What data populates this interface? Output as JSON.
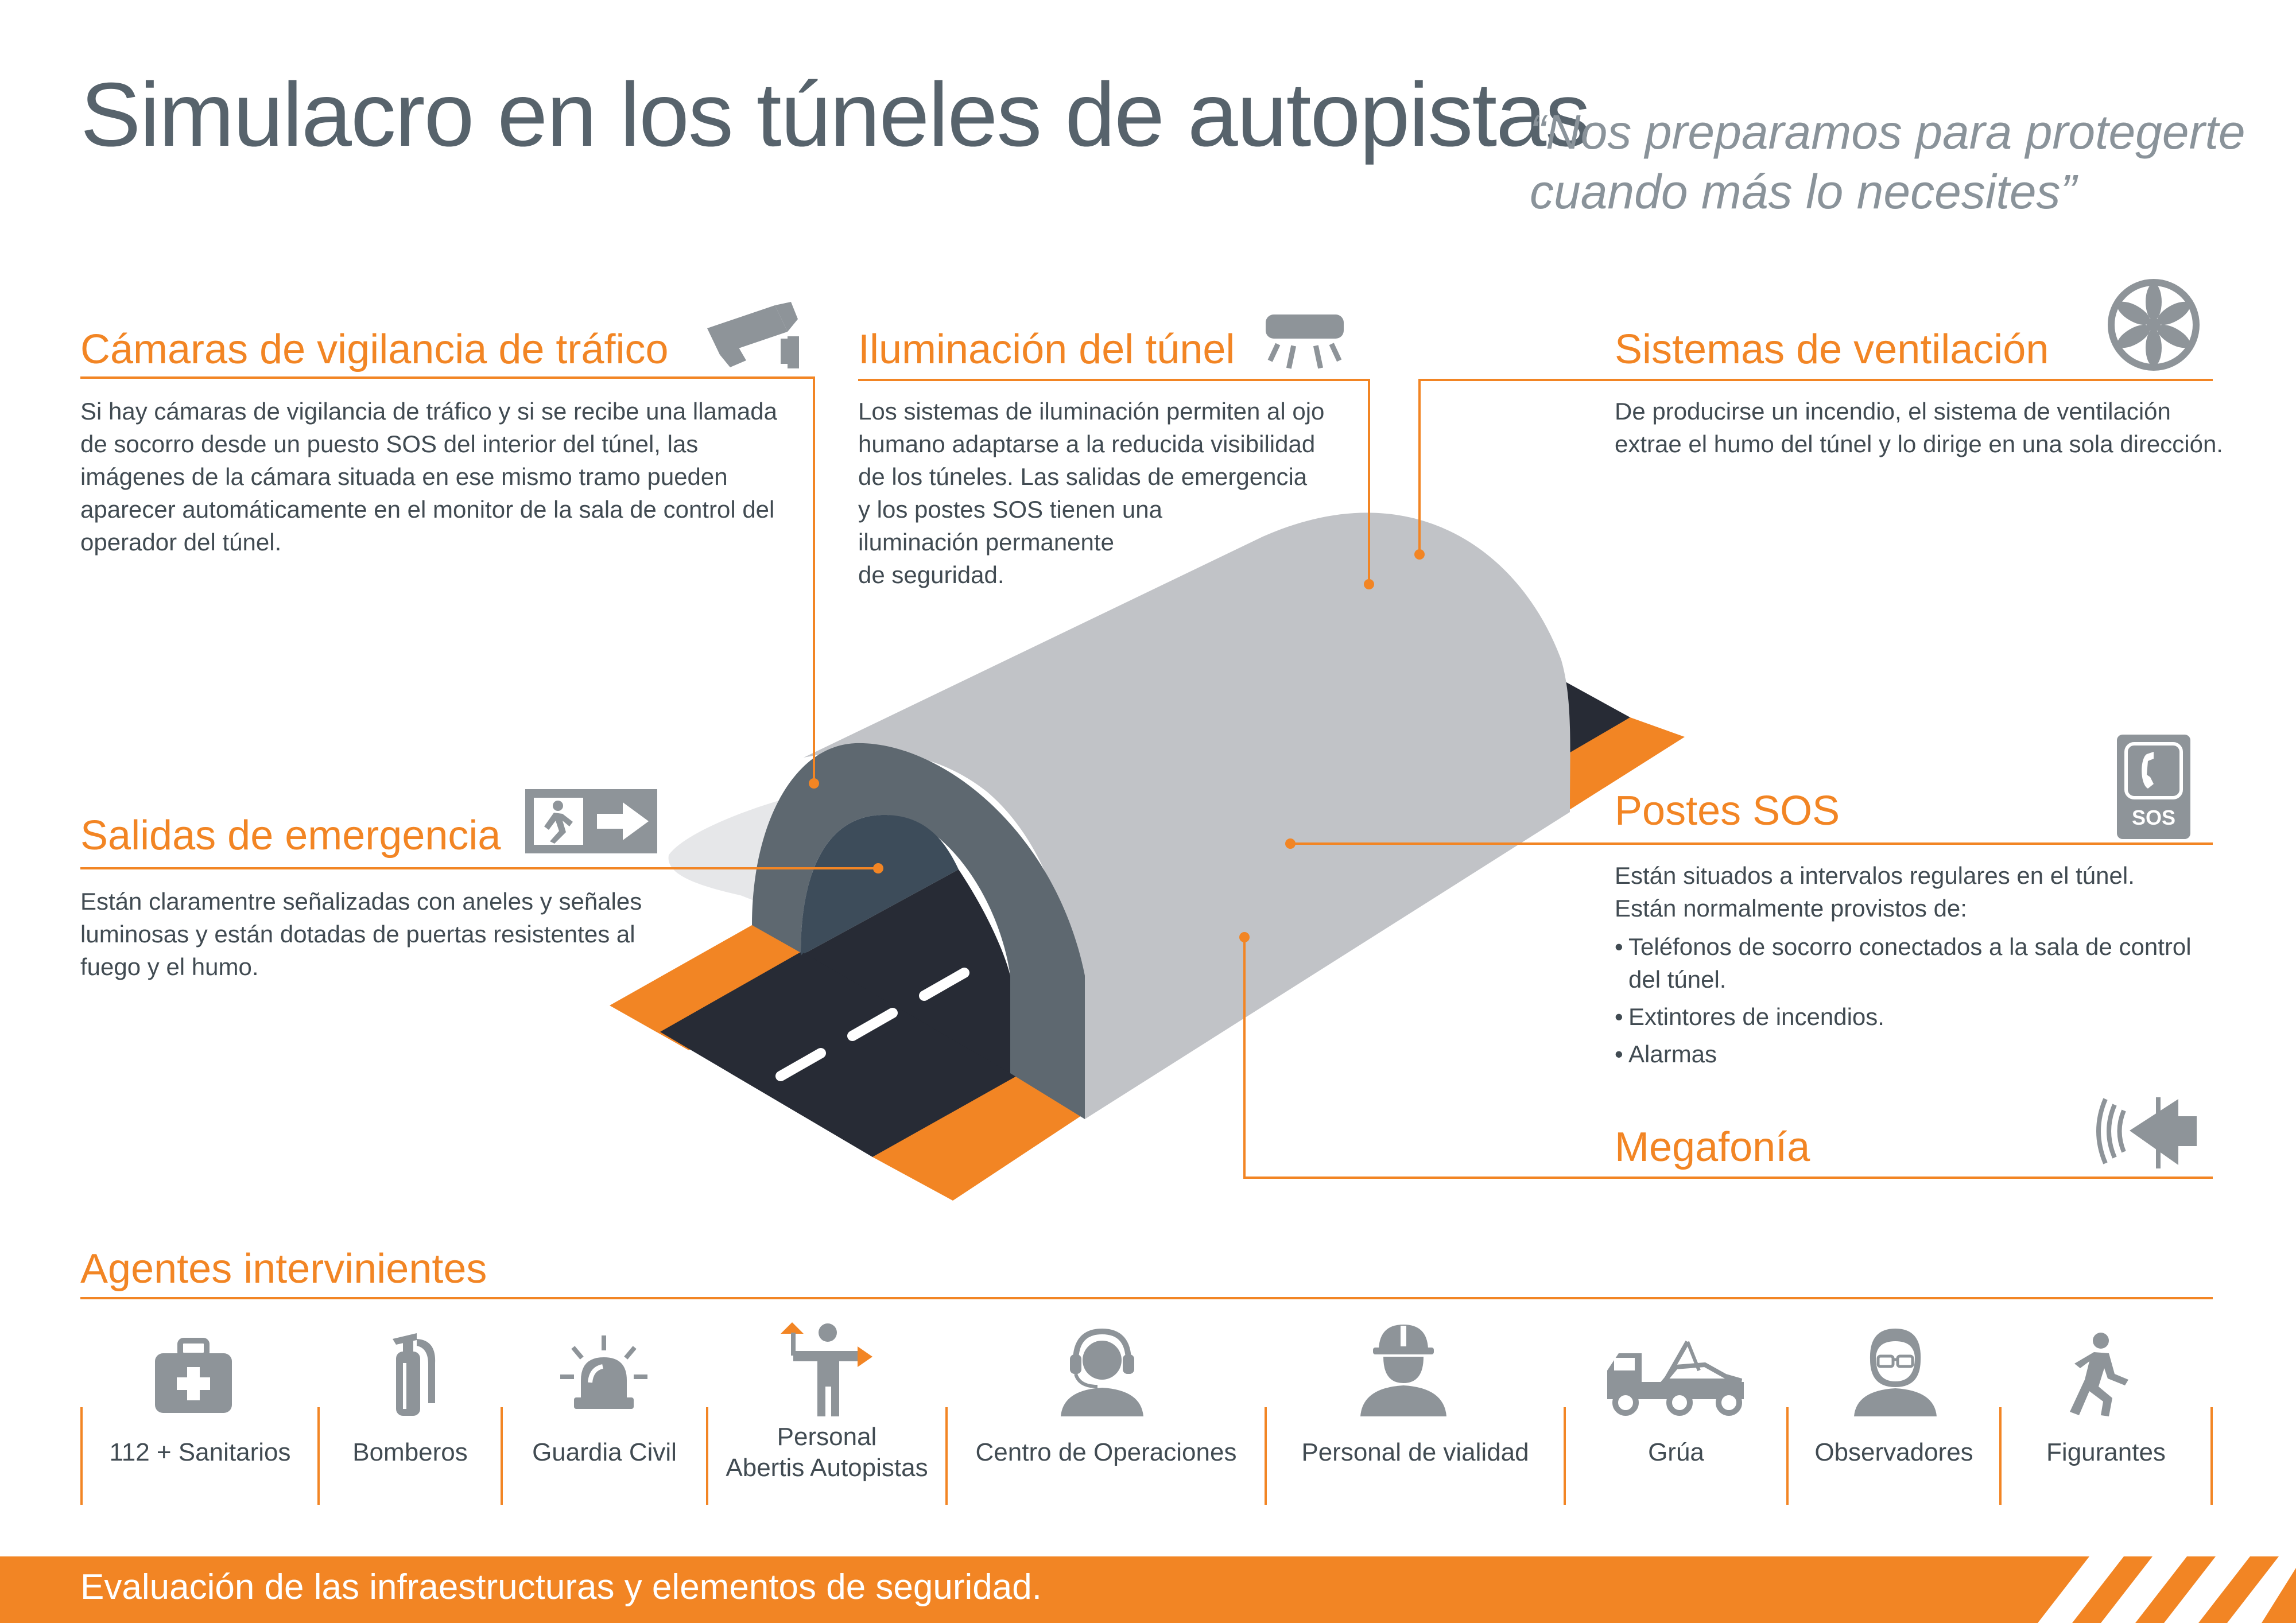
{
  "header": {
    "title": "Simulacro en los túneles de autopistas",
    "tagline_line1": "“Nos preparamos para protegerte",
    "tagline_line2": "cuando más lo necesites”"
  },
  "sections": {
    "cameras": {
      "title": "Cámaras de vigilancia de tráfico",
      "body": "Si hay cámaras de vigilancia de tráfico y si se recibe una llamada de socorro desde un puesto SOS del interior del túnel, las imágenes de la cámara situada en ese mismo tramo pueden aparecer automáticamente en el monitor de la sala de control del operador del túnel."
    },
    "lighting": {
      "title": "Iluminación del túnel",
      "line1": "Los sistemas de iluminación permiten al ojo",
      "line2": "humano adaptarse a la reducida visibilidad",
      "line3": "de los túneles. Las salidas de emergencia",
      "line4": "y los postes SOS tienen una",
      "line5": "iluminación permanente",
      "line6": "de seguridad."
    },
    "ventilation": {
      "title": "Sistemas de ventilación",
      "line1": "De producirse un incendio, el sistema de ventilación",
      "line2": "extrae el humo del túnel y lo dirige en una sola dirección."
    },
    "exits": {
      "title": "Salidas de emergencia",
      "body": "Están claramentre señalizadas con aneles y señales luminosas y están dotadas de puertas resistentes al fuego y el humo."
    },
    "sos": {
      "title": "Postes SOS",
      "badge": "SOS",
      "line1": "Están situados a intervalos regulares en el túnel.",
      "line2": "Están normalmente provistos de:",
      "items": [
        "Teléfonos de socorro conectados a la sala de control del túnel.",
        "Extintores de incendios.",
        "Alarmas"
      ]
    },
    "megafonia": {
      "title": "Megafonía"
    }
  },
  "agents": {
    "title": "Agentes intervinientes",
    "items": [
      {
        "label": "112 + Sanitarios",
        "icon": "first-aid-kit-icon"
      },
      {
        "label": "Bomberos",
        "icon": "fire-extinguisher-icon"
      },
      {
        "label": "Guardia Civil",
        "icon": "siren-light-icon"
      },
      {
        "label": "Personal",
        "label2": "Abertis Autopistas",
        "icon": "traffic-worker-icon"
      },
      {
        "label": "Centro de Operaciones",
        "icon": "headset-operator-icon"
      },
      {
        "label": "Personal de vialidad",
        "icon": "hardhat-worker-icon"
      },
      {
        "label": "Grúa",
        "icon": "tow-truck-icon"
      },
      {
        "label": "Observadores",
        "icon": "observer-glasses-icon"
      },
      {
        "label": "Figurantes",
        "icon": "running-person-icon"
      }
    ]
  },
  "footer": {
    "text": "Evaluación de las infraestructuras y elementos de seguridad."
  },
  "colors": {
    "accent": "#f28524",
    "text": "#414b52",
    "title": "#57636c",
    "icon": "#8e9499",
    "tunnel": "#c1c3c7",
    "road": "#272b35"
  }
}
